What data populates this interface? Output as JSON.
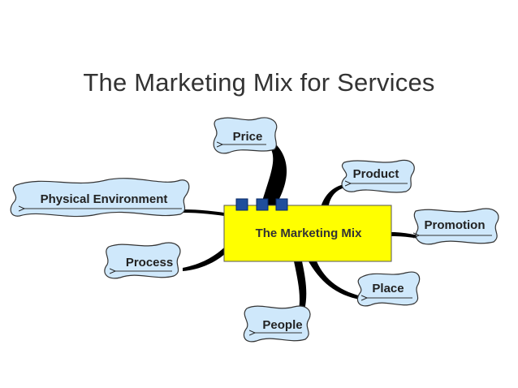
{
  "slide": {
    "title": "The Marketing Mix for Services"
  },
  "diagram": {
    "center_label": "The Marketing Mix",
    "nodes": [
      {
        "id": "price",
        "label": "Price"
      },
      {
        "id": "product",
        "label": "Product"
      },
      {
        "id": "promotion",
        "label": "Promotion"
      },
      {
        "id": "place",
        "label": "Place"
      },
      {
        "id": "people",
        "label": "People"
      },
      {
        "id": "process",
        "label": "Process"
      },
      {
        "id": "physical-environment",
        "label": "Physical Environment"
      }
    ]
  },
  "colors": {
    "center_fill": "#ffff00",
    "node_fill": "#cfe8fb",
    "connector": "#000000",
    "marker_fill": "#1f4e9c",
    "title_text": "#333333"
  }
}
